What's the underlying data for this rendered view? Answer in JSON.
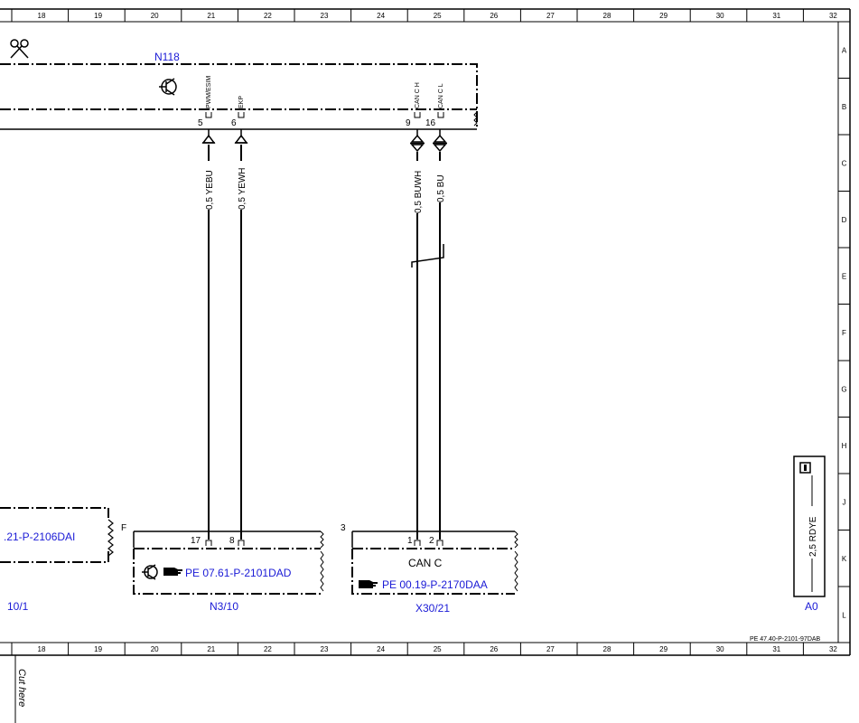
{
  "frame": {
    "columns": [
      "18",
      "19",
      "20",
      "21",
      "22",
      "23",
      "24",
      "25",
      "26",
      "27",
      "28",
      "29",
      "30",
      "31",
      "32"
    ],
    "rows": [
      "A",
      "B",
      "C",
      "D",
      "E",
      "F",
      "G",
      "H",
      "J",
      "K",
      "L"
    ],
    "footer_ref": "PE 47.40-P-2101-97DAB",
    "cut_here": "Cut here"
  },
  "modules": {
    "n118": {
      "label": "N118",
      "pins": [
        {
          "num": "5",
          "name": "PWM/ESIM"
        },
        {
          "num": "6",
          "name": "EKP"
        },
        {
          "num": "9",
          "name": "CAN C H"
        },
        {
          "num": "16",
          "name": "CAN C L"
        }
      ]
    },
    "left_partial": {
      "ref": ".21-P-2106DAI",
      "label": "10/1"
    },
    "n3_10": {
      "corner": "F",
      "pins": [
        "17",
        "8"
      ],
      "ref": "PE 07.61-P-2101DAD",
      "label": "N3/10"
    },
    "x30_21": {
      "corner": "3",
      "pins": [
        "1",
        "2"
      ],
      "title": "CAN C",
      "ref": "PE 00.19-P-2170DAA",
      "label": "X30/21"
    },
    "a0": {
      "wire": "2,5 RDYE",
      "label": "A0"
    }
  },
  "wires": [
    {
      "label": "0,5 YEBU"
    },
    {
      "label": "0,5 YEWH"
    },
    {
      "label": "0,5 BUWH"
    },
    {
      "label": "0,5 BU"
    }
  ],
  "icons": {
    "transistor": "transistor-icon",
    "pointer": "pointing-hand-icon",
    "scissors": "scissors-icon",
    "info": "info-icon"
  }
}
